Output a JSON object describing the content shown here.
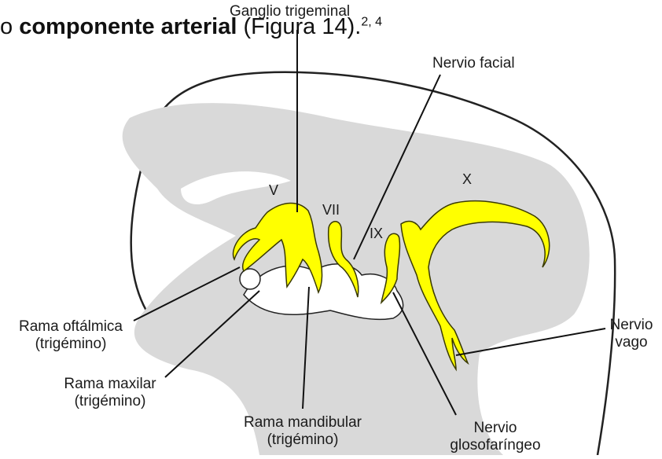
{
  "caption": {
    "prefix": "o",
    "bold": "componente arterial",
    "suffix": "(Figura 14).",
    "superscript": "2, 4"
  },
  "labels": {
    "ganglio_trigeminal": "Ganglio trigeminal",
    "nervio_facial": "Nervio facial",
    "rama_oftalmica_1": "Rama oftálmica",
    "rama_oftalmica_2": "(trigémino)",
    "rama_maxilar_1": "Rama maxilar",
    "rama_maxilar_2": "(trigémino)",
    "rama_mandibular_1": "Rama mandibular",
    "rama_mandibular_2": "(trigémino)",
    "nervio_glosofaringeo_1": "Nervio",
    "nervio_glosofaringeo_2": "glosofaríngeo",
    "nervio_vago_1": "Nervio",
    "nervio_vago_2": "vago"
  },
  "roman_numerals": {
    "v": "V",
    "vii": "VII",
    "ix": "IX",
    "x": "X"
  },
  "colors": {
    "nerve": "#ffff00",
    "nerve_outline": "#3a3a00",
    "shading": "#d9d9d9",
    "outline": "#222222"
  }
}
